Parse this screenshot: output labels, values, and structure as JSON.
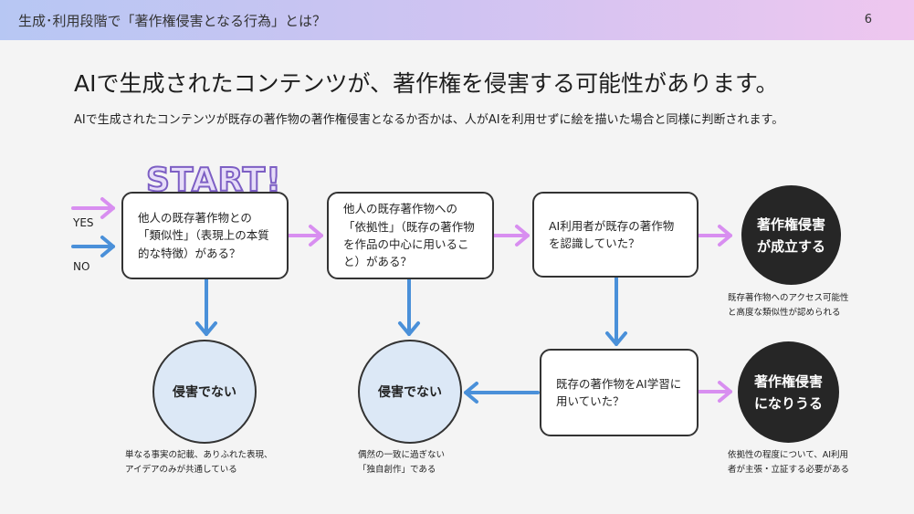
{
  "header": {
    "title": "生成･利用段階で「著作権侵害となる行為」とは？",
    "page_number": "6"
  },
  "headline": "AIで生成されたコンテンツが、著作権を侵害する可能性があります。",
  "subtitle": "AIで生成されたコンテンツが既存の著作物の著作権侵害となるか否かは、人がAIを利用せずに絵を描いた場合と同様に判断されます。",
  "flow": {
    "start_label": "START!",
    "yes_label": "YES",
    "no_label": "NO",
    "q1": "他人の既存著作物との「類似性」（表現上の本質的な特徴）がある？",
    "q2": "他人の既存著作物への「依拠性」（既存の著作物を作品の中心に用いること）がある？",
    "q3": "AI利用者が既存の著作物を認識していた？",
    "q4": "既存の著作物をAI学習に用いていた？",
    "result_infringe_line1": "著作権侵害",
    "result_infringe_line2": "が成立する",
    "result_possible_line1": "著作権侵害",
    "result_possible_line2": "になりうる",
    "result_no1": "侵害でない",
    "result_no2": "侵害でない",
    "note_no1_line1": "単なる事実の記載、ありふれた表現、",
    "note_no1_line2": "アイデアのみが共通している",
    "note_no2_line1": "偶然の一致に過ぎない",
    "note_no2_line2": "「独自創作」である",
    "note_infringe_line1": "既存著作物へのアクセス可能性",
    "note_infringe_line2": "と高度な類似性が認められる",
    "note_possible_line1": "依拠性の程度について、AI利用",
    "note_possible_line2": "者が主張・立証する必要がある"
  },
  "colors": {
    "yes_arrow": "#d88ef0",
    "no_arrow": "#4a90d9",
    "start_stroke": "#7d5fc4"
  }
}
